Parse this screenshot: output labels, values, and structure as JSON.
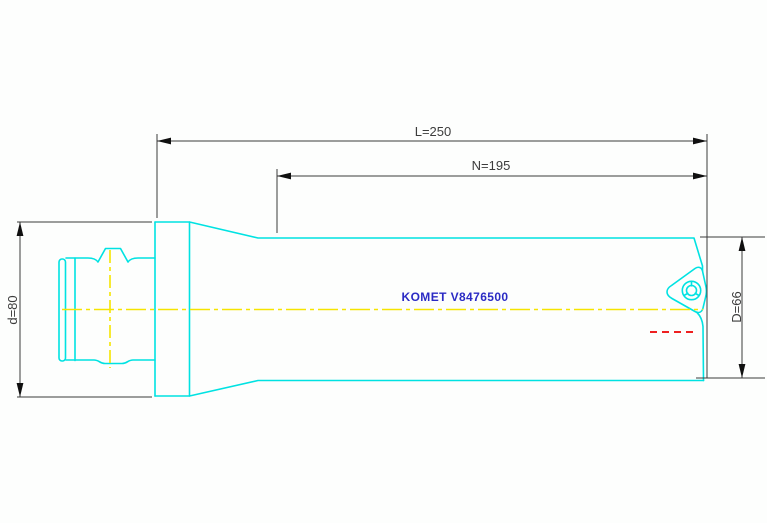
{
  "colors": {
    "background": "#FDFEFD",
    "outline": "#00E2E2",
    "centerline": "#F6E400",
    "redline": "#EE2020",
    "dimension": "#3C3C3C",
    "arrow": "#101010",
    "brandtext": "#2B2BC4"
  },
  "drawing": {
    "title": "KOMET V8476500",
    "dimensions": {
      "total_length": {
        "label": "L=250"
      },
      "usable_length": {
        "label": "N=195"
      },
      "shank_diameter": {
        "label": "d=80"
      },
      "cutting_diameter": {
        "label": "D=66"
      }
    }
  }
}
